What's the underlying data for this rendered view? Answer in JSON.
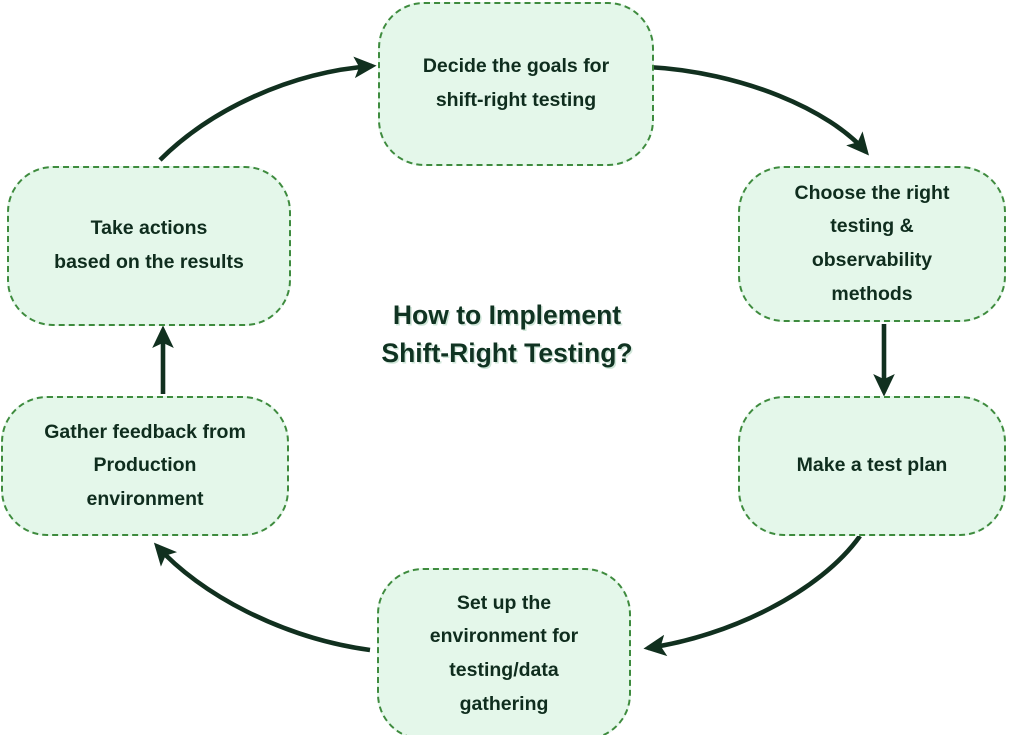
{
  "diagram": {
    "type": "cycle-flowchart",
    "center_title": "How to Implement\nShift-Right Testing?",
    "direction": "clockwise",
    "colors": {
      "node_fill": "#e4f7ea",
      "node_border": "#3e8b3e",
      "text": "#0f2d1e",
      "arrow": "#11301f",
      "background": "#ffffff"
    },
    "nodes": [
      {
        "id": "goals",
        "label": "Decide the goals for\nshift-right testing",
        "position": "top"
      },
      {
        "id": "methods",
        "label": "Choose the right\ntesting &\nobservability\nmethods",
        "position": "right-upper"
      },
      {
        "id": "test-plan",
        "label": "Make a test plan",
        "position": "right-lower"
      },
      {
        "id": "environment",
        "label": "Set up the\nenvironment for\ntesting/data\ngathering",
        "position": "bottom"
      },
      {
        "id": "feedback",
        "label": "Gather feedback from\nProduction\nenvironment",
        "position": "left-lower"
      },
      {
        "id": "actions",
        "label": "Take actions\nbased on the results",
        "position": "left-upper"
      }
    ],
    "edges": [
      {
        "from": "goals",
        "to": "methods",
        "style": "curved",
        "arrowhead": true
      },
      {
        "from": "methods",
        "to": "test-plan",
        "style": "straight",
        "arrowhead": true
      },
      {
        "from": "test-plan",
        "to": "environment",
        "style": "curved",
        "arrowhead": true
      },
      {
        "from": "environment",
        "to": "feedback",
        "style": "curved",
        "arrowhead": true
      },
      {
        "from": "feedback",
        "to": "actions",
        "style": "straight",
        "arrowhead": true
      },
      {
        "from": "actions",
        "to": "goals",
        "style": "curved",
        "arrowhead": true
      }
    ]
  }
}
